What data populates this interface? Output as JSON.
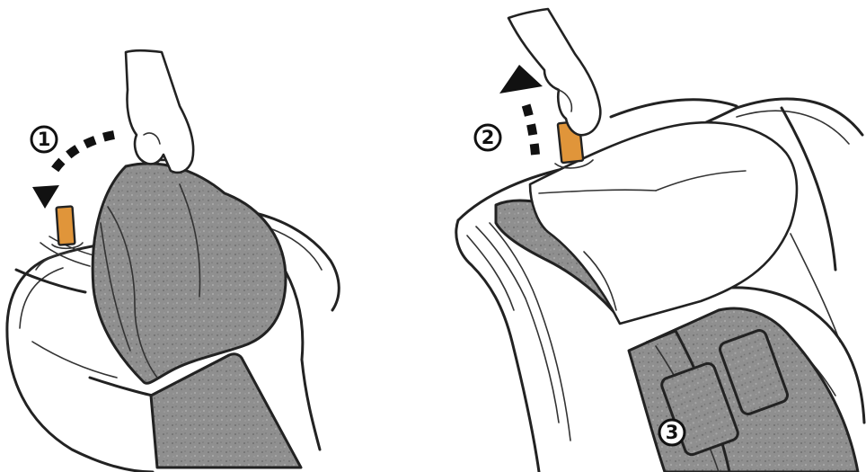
{
  "steps": [
    {
      "number": "1"
    },
    {
      "number": "2"
    },
    {
      "number": "3"
    }
  ],
  "colors": {
    "strap_tab": "#e0953a",
    "cushion_fabric": "#8e8e8e",
    "line_art": "#222222",
    "background": "#ffffff"
  },
  "icons": {
    "step1_arrow": "curved-arrow-down-left-icon",
    "step2_arrow": "arrow-up-icon"
  }
}
